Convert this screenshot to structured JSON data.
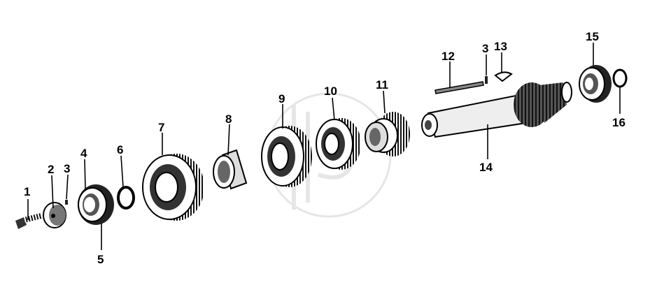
{
  "diagram": {
    "callouts": [
      {
        "id": "1",
        "text": "1"
      },
      {
        "id": "2",
        "text": "2"
      },
      {
        "id": "3a",
        "text": "3"
      },
      {
        "id": "4",
        "text": "4"
      },
      {
        "id": "5",
        "text": "5"
      },
      {
        "id": "6",
        "text": "6"
      },
      {
        "id": "7",
        "text": "7"
      },
      {
        "id": "8",
        "text": "8"
      },
      {
        "id": "9",
        "text": "9"
      },
      {
        "id": "10",
        "text": "10"
      },
      {
        "id": "11",
        "text": "11"
      },
      {
        "id": "12",
        "text": "12"
      },
      {
        "id": "3b",
        "text": "3"
      },
      {
        "id": "13",
        "text": "13"
      },
      {
        "id": "14",
        "text": "14"
      },
      {
        "id": "15",
        "text": "15"
      },
      {
        "id": "16",
        "text": "16"
      }
    ],
    "colors": {
      "ink": "#000000",
      "paper": "#ffffff",
      "shade": "#6e6e6e",
      "watermark": "#d9d9d9"
    },
    "watermark": "gear-logo"
  }
}
